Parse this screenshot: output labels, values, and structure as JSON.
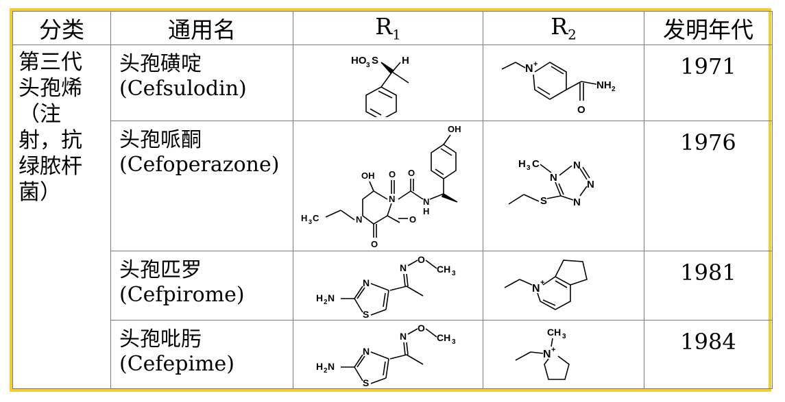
{
  "header": {
    "category": "分类",
    "generic_name": "通用名",
    "r1": "R",
    "r1_sub": "1",
    "r2": "R",
    "r2_sub": "2",
    "year": "发明年代"
  },
  "category": {
    "lines": [
      "第三代",
      "头孢烯",
      "（注",
      "射，抗",
      "绿脓杆",
      "菌）"
    ]
  },
  "rows": [
    {
      "name_cn": "头孢磺啶",
      "name_en": "(Cefsulodin)",
      "year": "1971",
      "r1": {
        "l1": "HO",
        "l1sub": "3",
        "l2": "S",
        "l3": "H"
      },
      "r2": {
        "n": "N",
        "sup": "+",
        "nh": "NH",
        "nh_sub": "2",
        "o": "O"
      }
    },
    {
      "name_cn": "头孢哌酮",
      "name_en": "(Cefoperazone)",
      "year": "1976",
      "r1": {
        "oh_top": "OH",
        "oh": "OH",
        "o1": "O",
        "o2": "O",
        "o3": "O",
        "n1": "N",
        "n2": "N",
        "nh": "N",
        "h": "H",
        "h3c": "H",
        "h3c_sub": "3",
        "h3c_c": "C"
      },
      "r2": {
        "h3c": "H",
        "h3c_sub": "3",
        "h3c_c": "C",
        "n1": "N",
        "n2": "N",
        "n3": "N",
        "n4": "N",
        "s": "S"
      }
    },
    {
      "name_cn": "头孢匹罗",
      "name_en": "(Cefpirome)",
      "year": "1981",
      "r1": {
        "n_ox": "N",
        "o": "O",
        "ch3": "CH",
        "ch3_sub": "3",
        "n": "N",
        "s": "S",
        "h2n": "H",
        "h2n_sub": "2",
        "h2n_n": "N"
      },
      "r2": {
        "n": "N",
        "sup": "+"
      }
    },
    {
      "name_cn": "头孢吡肟",
      "name_en": "(Cefepime)",
      "year": "1984",
      "r1": {
        "n_ox": "N",
        "o": "O",
        "ch3": "CH",
        "ch3_sub": "3",
        "n": "N",
        "s": "S",
        "h2n": "H",
        "h2n_sub": "2",
        "h2n_n": "N"
      },
      "r2": {
        "ch3": "CH",
        "ch3_sub": "3",
        "n": "N",
        "sup": "+"
      }
    }
  ]
}
